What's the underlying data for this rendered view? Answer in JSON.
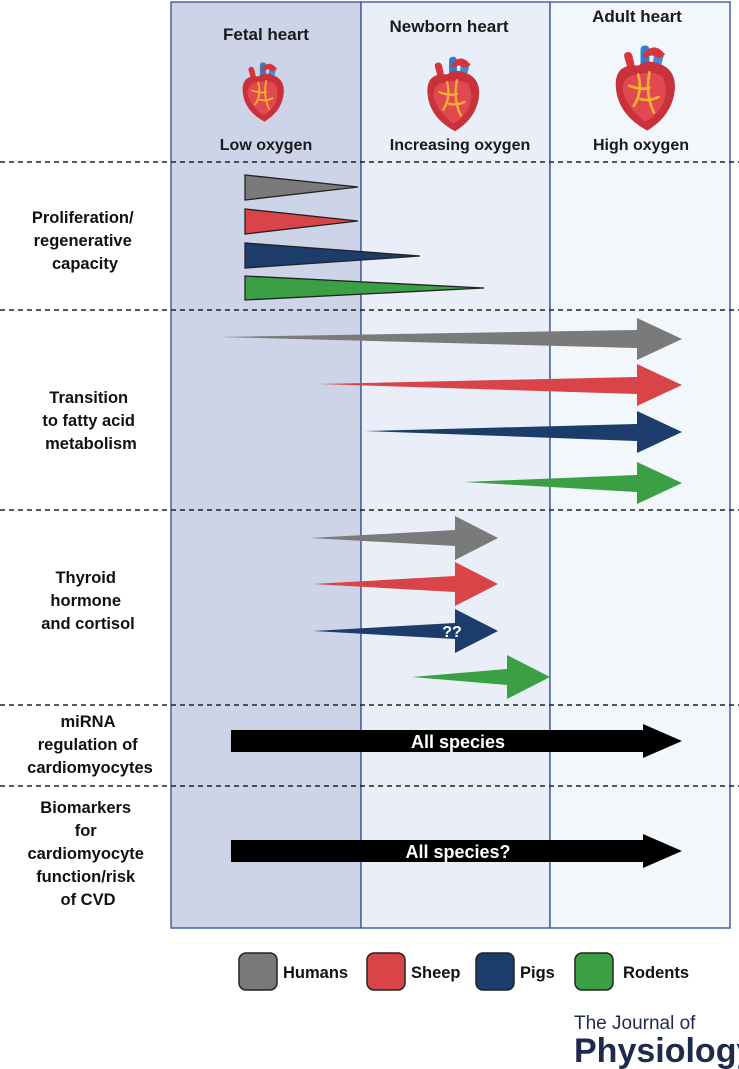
{
  "stages": [
    {
      "title": "Fetal heart",
      "oxygen": "Low oxygen"
    },
    {
      "title": "Newborn heart",
      "oxygen": "Increasing oxygen"
    },
    {
      "title": "Adult heart",
      "oxygen": "High oxygen"
    }
  ],
  "rows": [
    {
      "label_lines": [
        "Proliferation/",
        "regenerative",
        "capacity"
      ]
    },
    {
      "label_lines": [
        "Transition",
        "to fatty acid",
        "metabolism"
      ]
    },
    {
      "label_lines": [
        "Thyroid",
        "hormone",
        "and cortisol"
      ]
    },
    {
      "label_lines": [
        "miRNA",
        "regulation of",
        "cardiomyocytes"
      ]
    },
    {
      "label_lines": [
        "Biomarkers",
        "for",
        "cardiomyocyte",
        "function/risk",
        "of CVD"
      ]
    }
  ],
  "arrow_labels": {
    "thyroid_pigs": "??",
    "mirna": "All species",
    "biomarkers": "All species?"
  },
  "legend": [
    {
      "label": "Humans",
      "color": "#7a7a7a"
    },
    {
      "label": "Sheep",
      "color": "#d94448"
    },
    {
      "label": "Pigs",
      "color": "#1c3d6b"
    },
    {
      "label": "Rodents",
      "color": "#3aa043"
    }
  ],
  "colors": {
    "humans": "#7a7a7a",
    "sheep": "#d94448",
    "pigs": "#1c3d6b",
    "rodents": "#3aa043",
    "all_species": "#000000"
  },
  "journal": {
    "line1": "The Journal of",
    "line2": "Physiology"
  }
}
